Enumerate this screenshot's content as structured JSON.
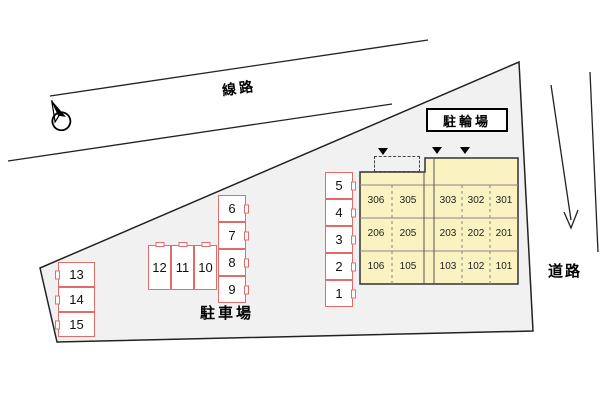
{
  "labels": {
    "railway": "線路",
    "bicycle_parking": "駐輪場",
    "parking_lot": "駐車場",
    "road": "道路"
  },
  "building": {
    "floor3": [
      "306",
      "305",
      "303",
      "302",
      "301"
    ],
    "floor2": [
      "206",
      "205",
      "203",
      "202",
      "201"
    ],
    "floor1": [
      "106",
      "105",
      "103",
      "102",
      "101"
    ]
  },
  "parking": {
    "right_column": [
      "5",
      "4",
      "3",
      "2",
      "1"
    ],
    "middle_column": [
      "6",
      "7",
      "8",
      "9"
    ],
    "top_row": [
      "12",
      "11",
      "10"
    ],
    "left_column": [
      "13",
      "14",
      "15"
    ]
  },
  "colors": {
    "site_fill": "#f1f1f1",
    "building_fill": "#faf2c0",
    "stall_border": "#e06c6c"
  }
}
